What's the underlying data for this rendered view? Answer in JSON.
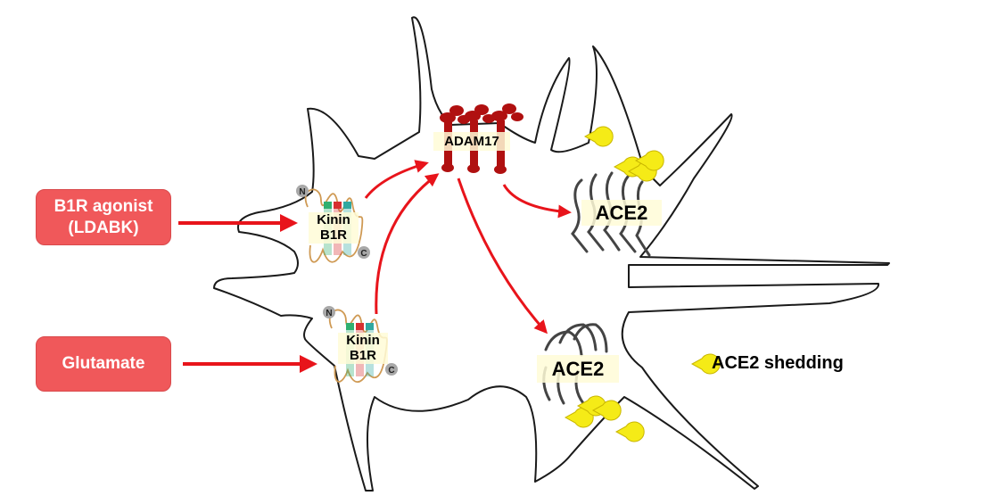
{
  "inputs": {
    "agonist": {
      "line1": "B1R agonist",
      "line2": "(LDABK)"
    },
    "glutamate": "Glutamate"
  },
  "receptor": {
    "line1": "Kinin",
    "line2": "B1R",
    "n_terminus": "N",
    "c_terminus": "C"
  },
  "protease": "ADAM17",
  "substrate": "ACE2",
  "legend": {
    "shedding": "ACE2 shedding"
  },
  "colors": {
    "arrow": "#e8141b",
    "input_box": "#f0585a",
    "adam17": "#b01010",
    "ace2_fragment": "#f5eb17",
    "receptor_loop": "#cf9a54",
    "terminus": "#a8a8a8",
    "helix_green": "#30b070",
    "helix_red": "#d63030",
    "helix_teal": "#30a8a0"
  }
}
